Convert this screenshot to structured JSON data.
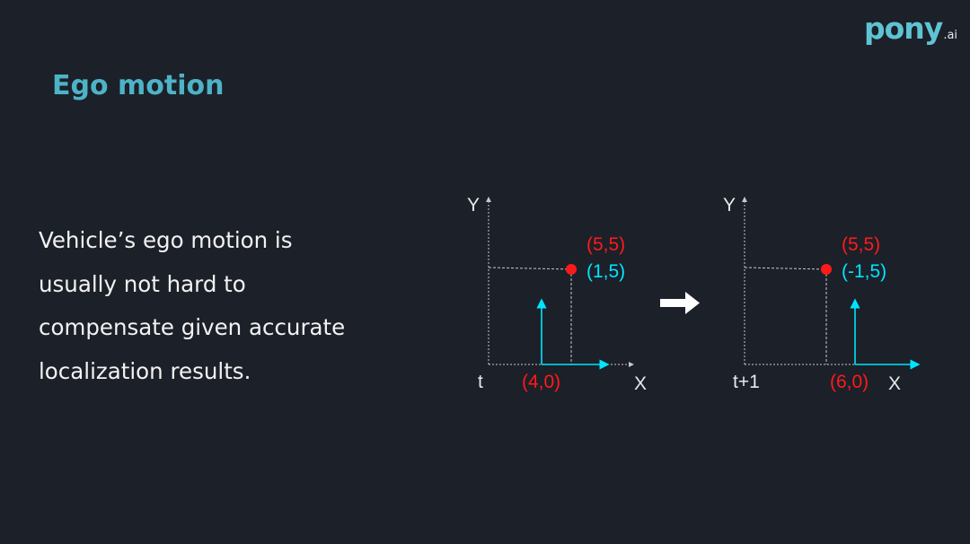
{
  "logo": {
    "main": "pony",
    "sub": ".ai"
  },
  "slide": {
    "title": "Ego motion",
    "body_lines": [
      "Vehicle’s ego motion is",
      "usually not hard to",
      "compensate given accurate",
      "localization results."
    ]
  },
  "diagram": {
    "left": {
      "y_axis_label": "Y",
      "x_axis_label": "X",
      "time_label": "t",
      "point_global": "(5,5)",
      "point_local": "(1,5)",
      "vehicle_pos": "(4,0)"
    },
    "right": {
      "y_axis_label": "Y",
      "x_axis_label": "X",
      "time_label": "t+1",
      "point_global": "(5,5)",
      "point_local": "(-1,5)",
      "vehicle_pos": "(6,0)"
    }
  },
  "colors": {
    "background": "#1c2029",
    "title": "#4db3c6",
    "global_coord": "#ff1a1a",
    "local_coord": "#00e5ff",
    "axis": "#c8c8c8",
    "text": "#f2f2f2"
  }
}
